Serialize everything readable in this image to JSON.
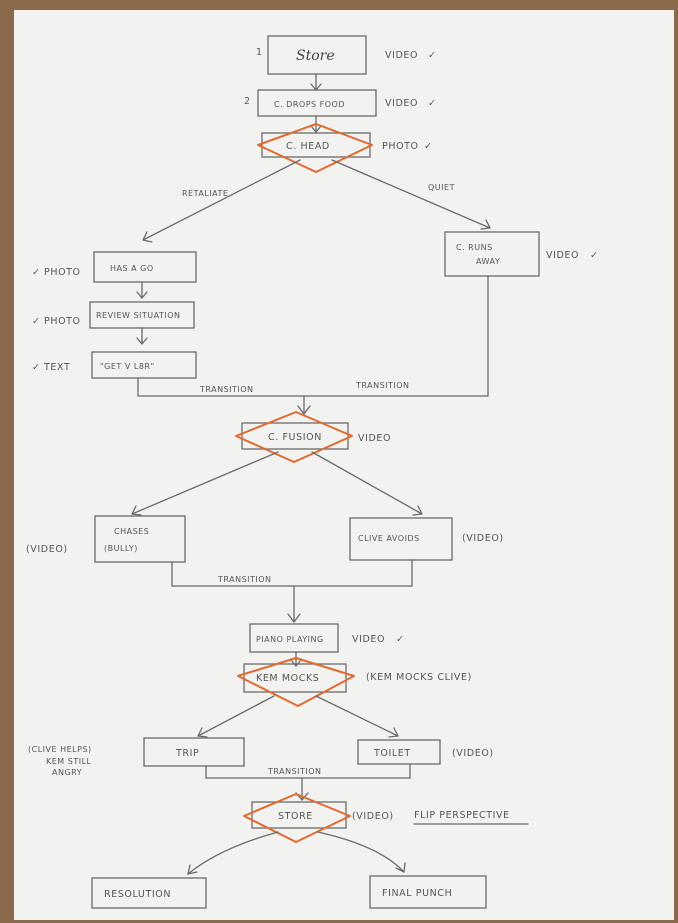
{
  "nodes": {
    "n_store1": "Store",
    "n_drops": "C. DROPS FOOD",
    "n_head": "C. HEAD",
    "n_hasago": "HAS A GO",
    "n_review": "REVIEW SITUATION",
    "n_text": "\"GET V L8R\"",
    "n_runs1": "C. RUNS",
    "n_runs2": "AWAY",
    "n_fusion": "C. FUSION",
    "n_chases1": "CHASES",
    "n_chases2": "(BULLY)",
    "n_avoids": "CLIVE AVOIDS",
    "n_piano": "PIANO PLAYING",
    "n_kem": "KEM MOCKS",
    "n_trip": "TRIP",
    "n_toilet": "TOILET",
    "n_store2": "STORE",
    "n_resolution": "RESOLUTION",
    "n_final": "FINAL PUNCH"
  },
  "step_numbers": {
    "s1": "1",
    "s2": "2"
  },
  "media_labels": {
    "m_store1": "VIDEO",
    "m_drops": "VIDEO",
    "m_head": "PHOTO",
    "m_runs": "VIDEO",
    "m_hasago": "PHOTO",
    "m_review": "PHOTO",
    "m_text": "TEXT",
    "m_fusion": "VIDEO",
    "m_chases": "(VIDEO)",
    "m_avoids": "(VIDEO)",
    "m_piano": "VIDEO",
    "m_kem": "(KEM MOCKS CLIVE)",
    "m_trip1": "(CLIVE HELPS)",
    "m_trip2": "KEM STILL",
    "m_trip3": "ANGRY",
    "m_toilet": "(VIDEO)",
    "m_store2": "(VIDEO)",
    "m_flip": "FLIP PERSPECTIVE"
  },
  "edge_labels": {
    "e_retaliate": "RETALIATE",
    "e_quiet": "QUIET",
    "e_trans1": "TRANSITION",
    "e_trans2": "TRANSITION",
    "e_trans3": "TRANSITION",
    "e_trans4": "TRANSITION"
  },
  "marks": {
    "tick": "✓"
  },
  "colors": {
    "ink": "#6a6a6a",
    "decision": "#e06a30",
    "paper": "#f2f2f0"
  }
}
